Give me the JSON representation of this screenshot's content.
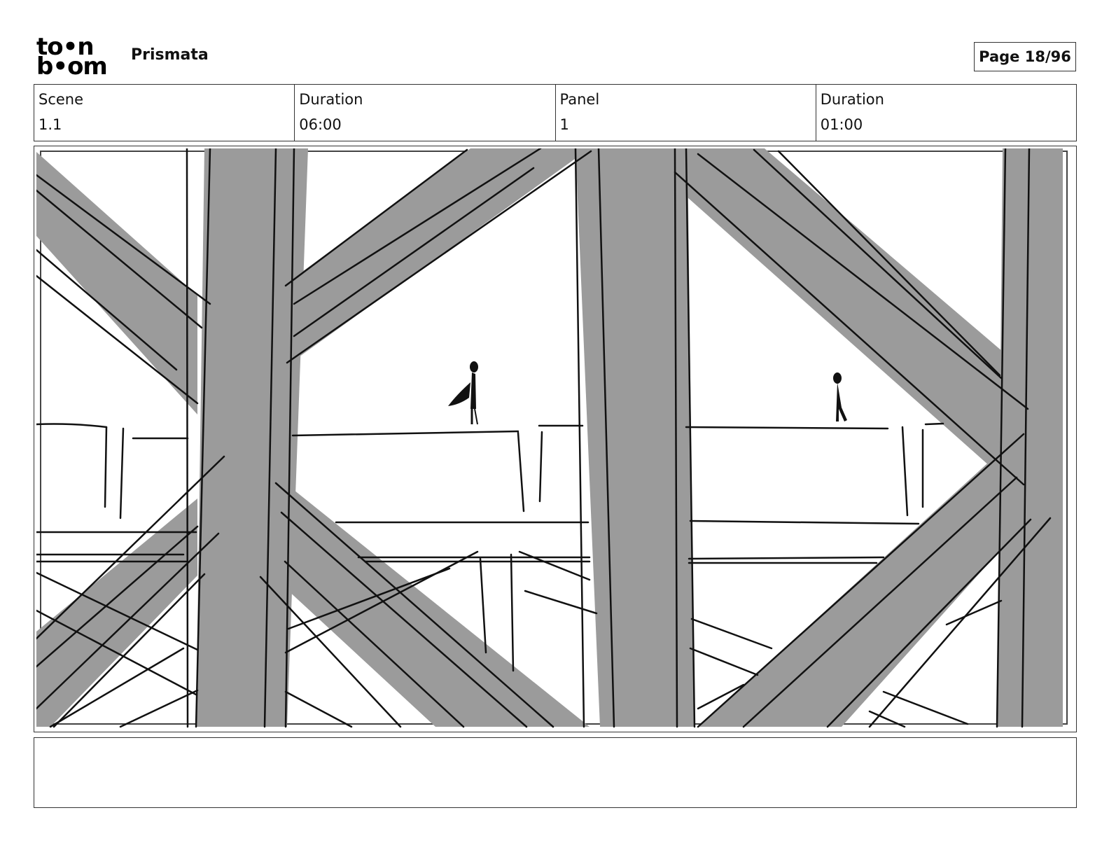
{
  "header": {
    "logo_line1": "to•n",
    "logo_line2": "b•om",
    "project_title": "Prismata",
    "page_label": "Page 18/96"
  },
  "info": {
    "scene_label": "Scene",
    "scene_value": "1.1",
    "scene_duration_label": "Duration",
    "scene_duration_value": "06:00",
    "panel_label": "Panel",
    "panel_value": "1",
    "panel_duration_label": "Duration",
    "panel_duration_value": "01:00"
  },
  "panel": {
    "description": "",
    "beam_color": "#9b9b9b",
    "line_color": "#111111"
  },
  "notes": {
    "text": ""
  }
}
